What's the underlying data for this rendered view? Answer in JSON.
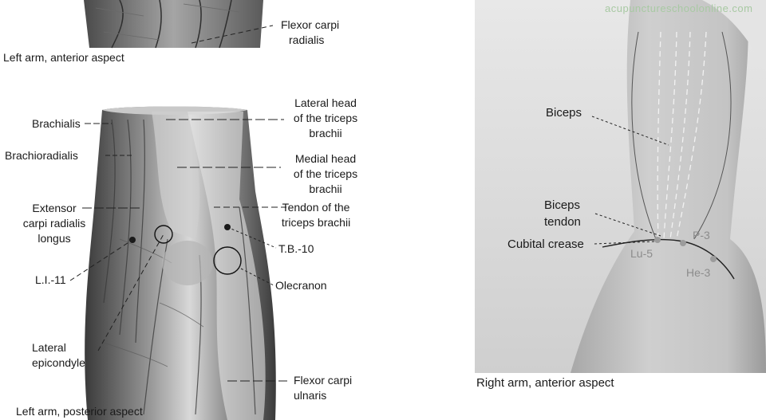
{
  "top_figure": {
    "labels": {
      "flexor_carpi_radialis_1": "Flexor carpi",
      "flexor_carpi_radialis_2": "radialis"
    },
    "caption": "Left arm, anterior aspect"
  },
  "posterior_figure": {
    "labels": {
      "brachialis": "Brachialis",
      "brachioradialis": "Brachioradialis",
      "extensor_1": "Extensor",
      "extensor_2": "carpi radialis",
      "extensor_3": "longus",
      "li11": "L.I.-11",
      "lateral_epicondyle_1": "Lateral",
      "lateral_epicondyle_2": "epicondyle",
      "lateral_triceps_1": "Lateral head",
      "lateral_triceps_2": "of the triceps",
      "lateral_triceps_3": "brachii",
      "medial_triceps_1": "Medial head",
      "medial_triceps_2": "of the triceps",
      "medial_triceps_3": "brachii",
      "tendon_triceps_1": "Tendon of the",
      "tendon_triceps_2": "triceps brachii",
      "tb10": "T.B.-10",
      "olecranon": "Olecranon",
      "flexor_ulnaris_1": "Flexor carpi",
      "flexor_ulnaris_2": "ulnaris"
    },
    "caption": "Left arm, posterior aspect"
  },
  "photo_figure": {
    "watermark": "acupunctureschoolonline.com",
    "labels": {
      "biceps": "Biceps",
      "biceps_tendon_1": "Biceps",
      "biceps_tendon_2": "tendon",
      "cubital_crease": "Cubital crease"
    },
    "points": {
      "lu5": "Lu-5",
      "p3": "P-3",
      "he3": "He-3"
    },
    "caption": "Right arm, anterior aspect"
  },
  "colors": {
    "muscle_dark": "#4a4a4a",
    "muscle_mid": "#8a8a8a",
    "muscle_light": "#d0d0d0",
    "skin": "#bdbdbd",
    "background_photo": "#d6d6d6",
    "watermark": "#a8c9a3"
  }
}
